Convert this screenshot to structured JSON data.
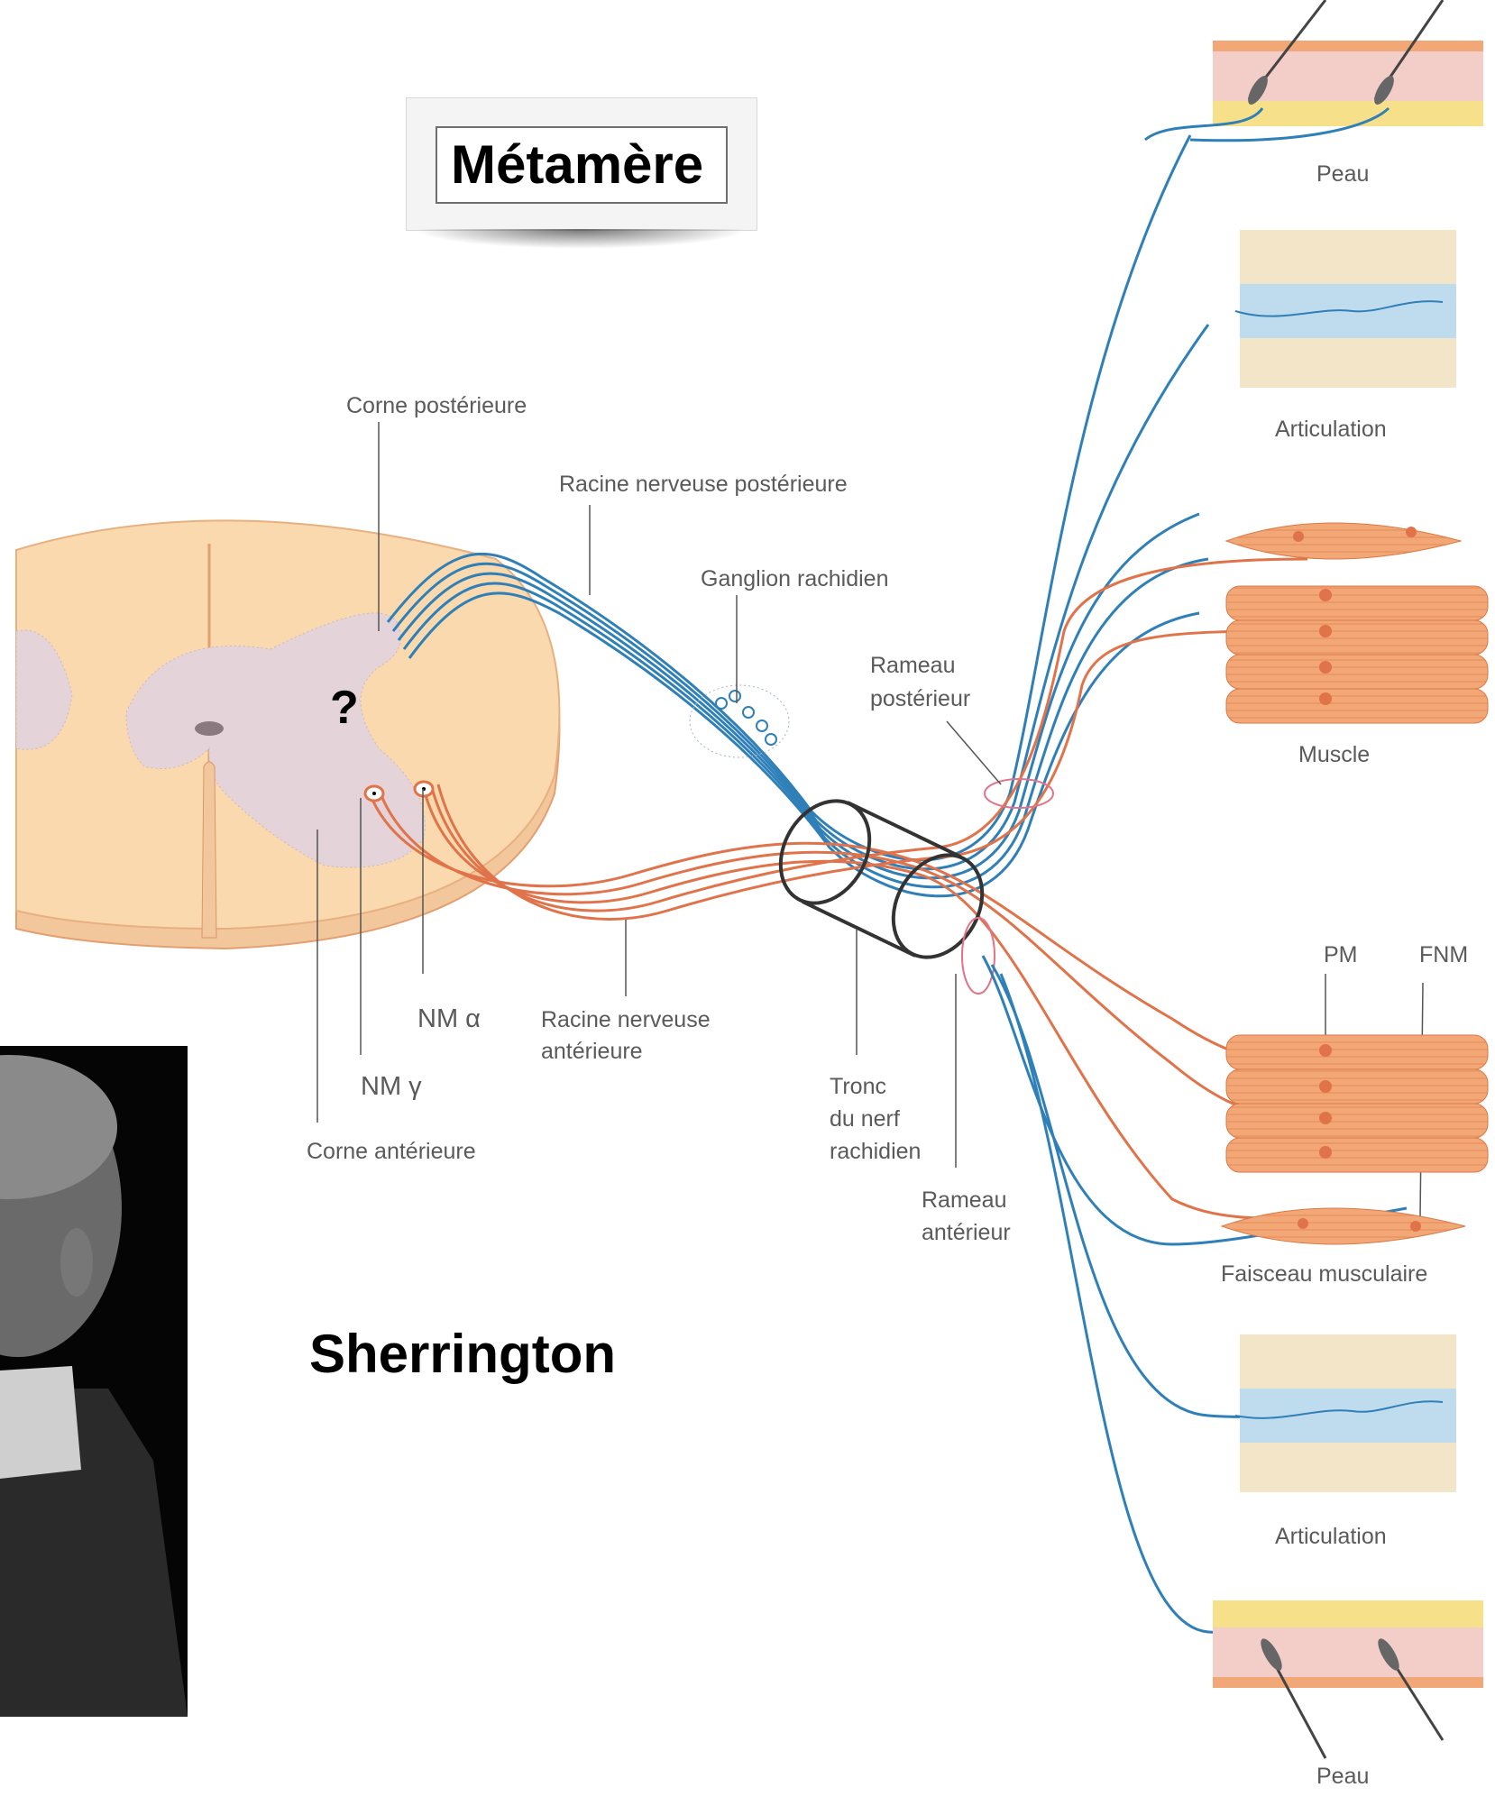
{
  "title": "Métamère",
  "question_mark": "?",
  "person_name": "Sherrington",
  "labels": {
    "corne_posterieure": "Corne postérieure",
    "racine_posterieure": "Racine nerveuse postérieure",
    "ganglion": "Ganglion rachidien",
    "rameau_posterieur_1": "Rameau",
    "rameau_posterieur_2": "postérieur",
    "nm_alpha": "NM α",
    "nm_gamma": "NM γ",
    "corne_anterieure": "Corne antérieure",
    "racine_anterieure_1": "Racine nerveuse",
    "racine_anterieure_2": "antérieure",
    "tronc_1": "Tronc",
    "tronc_2": "du nerf",
    "tronc_3": "rachidien",
    "rameau_anterieur_1": "Rameau",
    "rameau_anterieur_2": "antérieur",
    "pm": "PM",
    "fnm": "FNM",
    "peau_top": "Peau",
    "articulation_top": "Articulation",
    "muscle": "Muscle",
    "faisceau": "Faisceau musculaire",
    "articulation_bottom": "Articulation",
    "peau_bottom": "Peau"
  },
  "colors": {
    "sensory_fiber": "#2f7fb8",
    "motor_fiber": "#e0734a",
    "cord_white_matter": "#f9d9ad",
    "cord_grey_matter": "#e4d3d8",
    "muscle": "#f2a776",
    "joint": "#bfdcef",
    "skin_yellow": "#f7e08a",
    "skin_pink": "#f3cdc8"
  }
}
